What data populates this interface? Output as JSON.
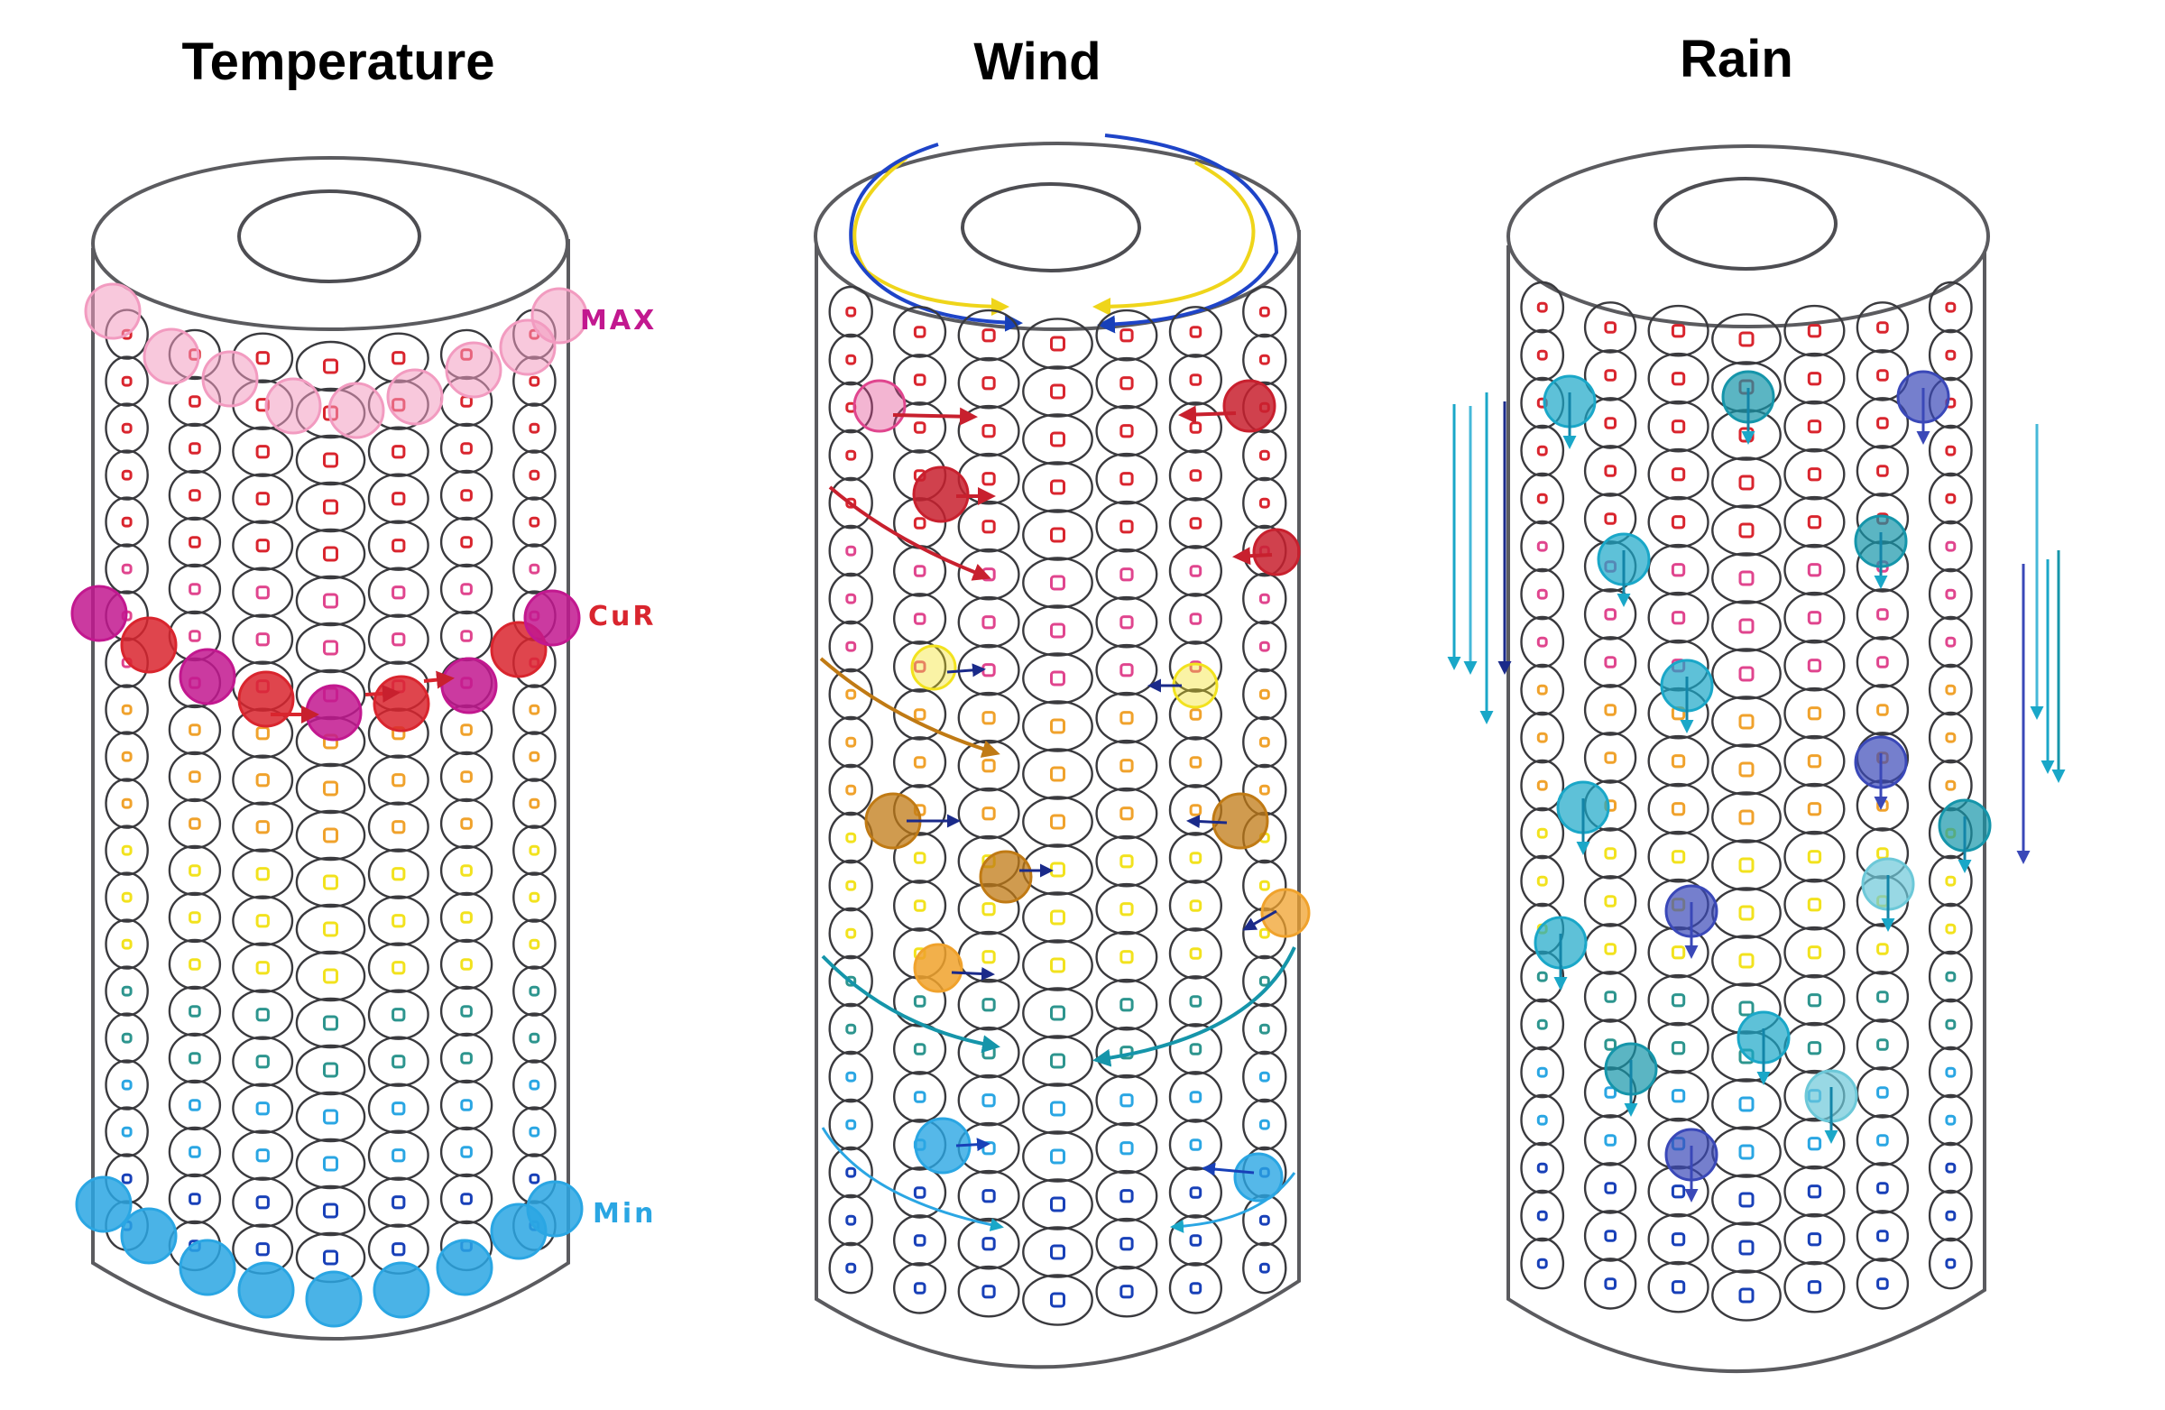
{
  "diagrams": [
    {
      "id": "temperature",
      "title": "Temperature",
      "labels": {
        "max": "MAX",
        "cur": "CuR",
        "min": "Min"
      }
    },
    {
      "id": "wind",
      "title": "Wind"
    },
    {
      "id": "rain",
      "title": "Rain"
    }
  ],
  "colors": {
    "red": "#d9252e",
    "pink": "#e0458e",
    "magenta": "#c2188f",
    "orange": "#f0a22c",
    "yellow": "#f2e21e",
    "teal": "#2d958e",
    "light_blue": "#2aa6e3",
    "blue": "#1840b8",
    "wind_red": "#c8202e",
    "wind_brown": "#c07a14",
    "wind_teal": "#1595aa",
    "rain_cyan": "#1aa7c8",
    "rain_indigo": "#3a48b8",
    "label_max": "#c2188f",
    "label_cur": "#d9252e",
    "label_min": "#2aa6e3"
  }
}
